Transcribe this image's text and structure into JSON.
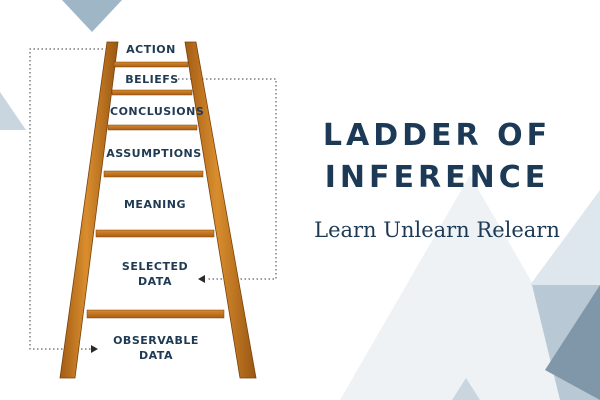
{
  "title": {
    "line1": "LADDER OF",
    "line2": "INFERENCE",
    "subtitle": "Learn Unlearn Relearn"
  },
  "ladder": {
    "steps": [
      {
        "label": "ACTION"
      },
      {
        "label": "BELIEFS"
      },
      {
        "label": "CONCLUSIONS"
      },
      {
        "label": "ASSUMPTIONS"
      },
      {
        "label": "MEANING"
      },
      {
        "label_line1": "SELECTED",
        "label_line2": "DATA"
      },
      {
        "label_line1": "OBSERVABLE",
        "label_line2": "DATA"
      }
    ]
  },
  "colors": {
    "title": "#1c3a56",
    "labels": "#1f3a52",
    "wood": "#c97a24",
    "wood_dark": "#9a5712",
    "triangle_light": "#dfe7ee",
    "triangle_mid": "#9fb6c6",
    "triangle_dark": "#6f8797"
  }
}
